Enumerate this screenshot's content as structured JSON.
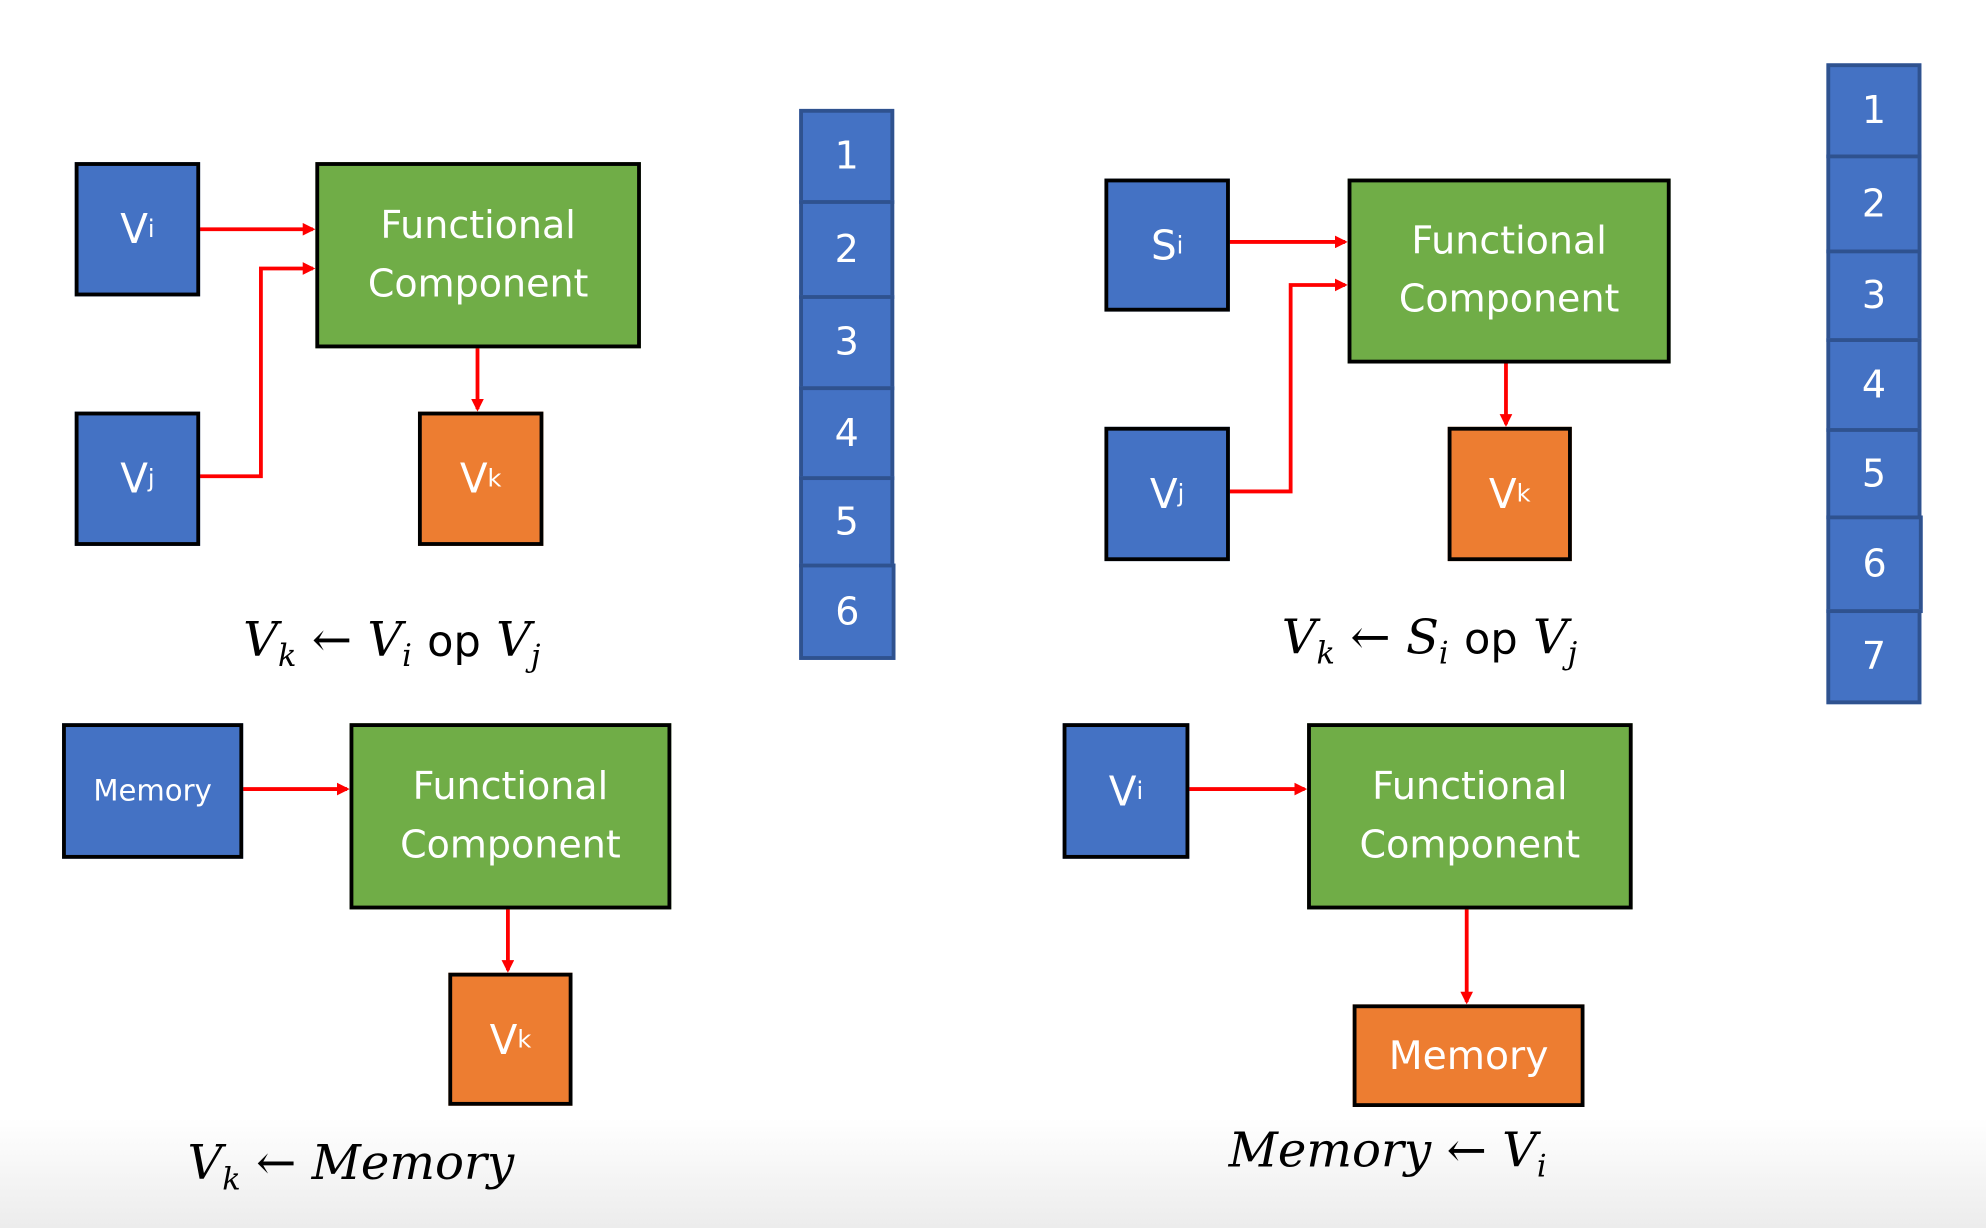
{
  "colors": {
    "register": "#4472c4",
    "functional_unit": "#70ad47",
    "output": "#ed7d31",
    "arrow": "#ff0000"
  },
  "diagrams": [
    {
      "inputs": [
        {
          "base": "V",
          "sub": "i"
        },
        {
          "base": "V",
          "sub": "j"
        }
      ],
      "unit": {
        "line1": "Functional",
        "line2": "Component"
      },
      "output": {
        "base": "V",
        "sub": "k"
      },
      "formula": {
        "lhs": "V",
        "lhs_sub": "k",
        "arrow": "←",
        "a": "V",
        "a_sub": "i",
        "op": "op",
        "b": "V",
        "b_sub": "j"
      }
    },
    {
      "inputs": [
        {
          "base": "S",
          "sub": "i"
        },
        {
          "base": "V",
          "sub": "j"
        }
      ],
      "unit": {
        "line1": "Functional",
        "line2": "Component"
      },
      "output": {
        "base": "V",
        "sub": "k"
      },
      "formula": {
        "lhs": "V",
        "lhs_sub": "k",
        "arrow": "←",
        "a": "S",
        "a_sub": "i",
        "op": "op",
        "b": "V",
        "b_sub": "j"
      }
    },
    {
      "inputs": [
        {
          "label": "Memory"
        }
      ],
      "unit": {
        "line1": "Functional",
        "line2": "Component"
      },
      "output": {
        "base": "V",
        "sub": "k"
      },
      "formula": {
        "lhs": "V",
        "lhs_sub": "k",
        "arrow": "←",
        "rhs": "Memory"
      }
    },
    {
      "inputs": [
        {
          "base": "V",
          "sub": "i"
        }
      ],
      "unit": {
        "line1": "Functional",
        "line2": "Component"
      },
      "output": {
        "label": "Memory"
      },
      "formula": {
        "lhs": "Memory",
        "arrow": "←",
        "rhs": "V",
        "rhs_sub": "i"
      }
    }
  ],
  "register_columns": [
    {
      "cells": [
        "1",
        "2",
        "3",
        "4",
        "5",
        "6"
      ]
    },
    {
      "cells": [
        "1",
        "2",
        "3",
        "4",
        "5",
        "6",
        "7"
      ]
    }
  ]
}
